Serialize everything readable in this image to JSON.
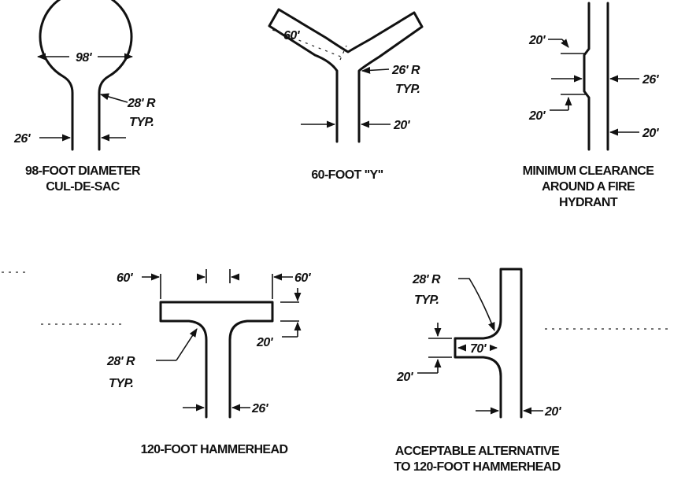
{
  "colors": {
    "ink": "#111111",
    "paper": "#ffffff"
  },
  "culdesac": {
    "diameter": "98'",
    "radius": "28' R",
    "radius_note": "TYP.",
    "width": "26'",
    "caption_1": "98-FOOT DIAMETER",
    "caption_2": "CUL-DE-SAC"
  },
  "wye": {
    "arm": "60'",
    "radius": "26' R",
    "radius_note": "TYP.",
    "width": "20'",
    "caption": "60-FOOT \"Y\""
  },
  "hydrant": {
    "taper_top": "20'",
    "taper_bottom": "20'",
    "widened": "26'",
    "width": "20'",
    "caption_1": "MINIMUM CLEARANCE",
    "caption_2": "AROUND A FIRE",
    "caption_3": "HYDRANT"
  },
  "hammerhead": {
    "left_arm": "60'",
    "right_arm": "60'",
    "head_depth": "20'",
    "radius": "28' R",
    "radius_note": "TYP.",
    "stem": "26'",
    "caption": "120-FOOT HAMMERHEAD"
  },
  "alternative": {
    "radius": "28' R",
    "radius_note": "TYP.",
    "arm": "70'",
    "arm_depth": "20'",
    "width": "20'",
    "caption_1": "ACCEPTABLE ALTERNATIVE",
    "caption_2": "TO 120-FOOT HAMMERHEAD"
  }
}
